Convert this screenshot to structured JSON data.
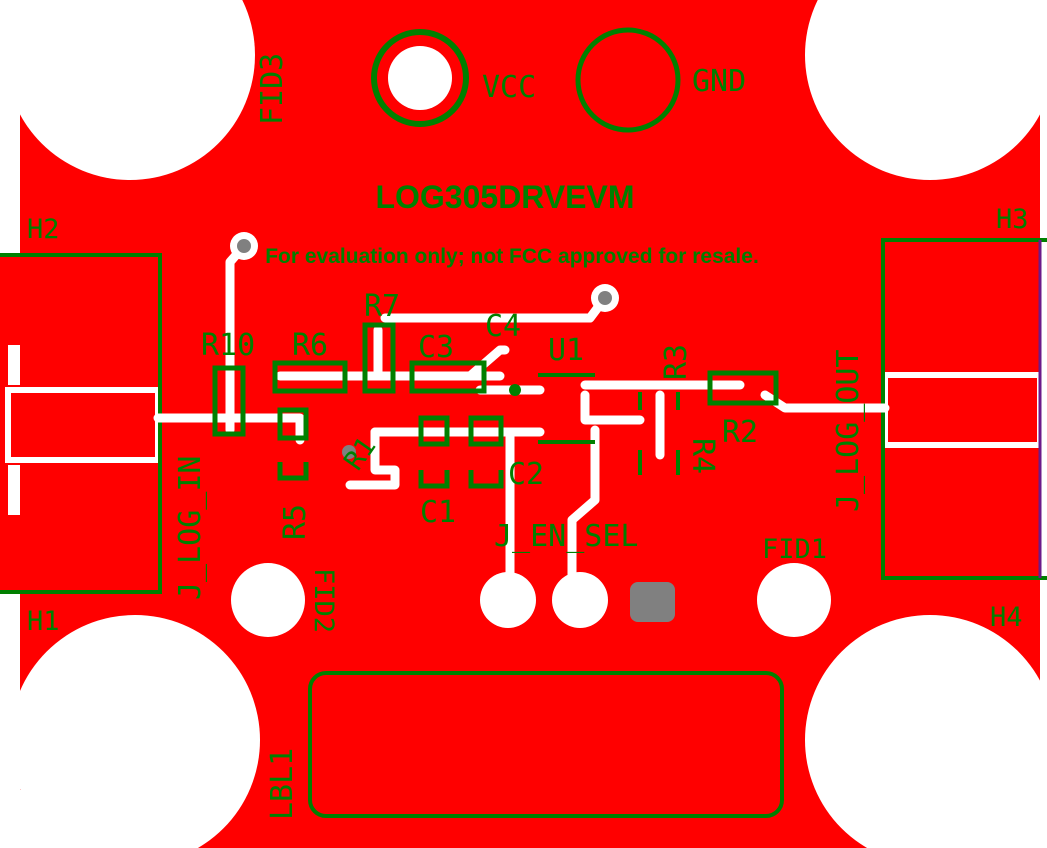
{
  "board": {
    "title": "LOG305DRVEVM",
    "notice": "For evaluation only; not FCC approved for resale.",
    "colors": {
      "copper": "#ff0000",
      "silkscreen": "#008000",
      "clearance": "#ffffff",
      "via": "#808080"
    }
  },
  "labels": {
    "fid3": "FID3",
    "vcc": "VCC",
    "gnd": "GND",
    "h1": "H1",
    "h2": "H2",
    "h3": "H3",
    "h4": "H4",
    "r10": "R10",
    "r6": "R6",
    "r7": "R7",
    "c3": "C3",
    "c4": "C4",
    "u1": "U1",
    "r3": "R3",
    "r2": "R2",
    "r4": "R4",
    "r1": "R1",
    "c1": "C1",
    "c2": "C2",
    "r5": "R5",
    "j_log_in": "J_LOG_IN",
    "j_log_out": "J_LOG_OUT",
    "j_en_sel": "J_EN_SEL",
    "fid1": "FID1",
    "fid2": "FID2",
    "lbl1": "LBL1"
  }
}
